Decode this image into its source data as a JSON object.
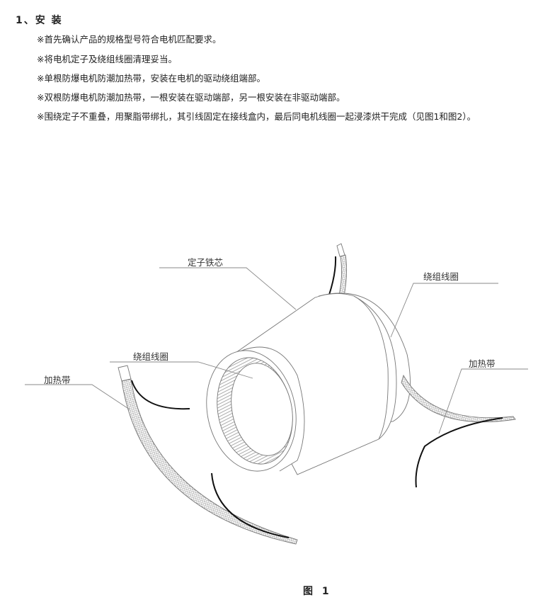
{
  "section": {
    "heading": "1、安 装"
  },
  "items": [
    "※首先确认产品的规格型号符合电机匹配要求。",
    "※将电机定子及绕组线圈清理妥当。",
    "※单根防爆电机防潮加热带，安装在电机的驱动绕组端部。",
    "※双根防爆电机防潮加热带，一根安装在驱动端部，另一根安装在非驱动端部。",
    "※围绕定子不重叠，用聚脂带绑扎，其引线固定在接线盒内，最后同电机线圈一起浸漆烘干完成（见图1和图2）。"
  ],
  "figure": {
    "labels": {
      "stator_core": "定子铁芯",
      "winding_right": "绕组线圈",
      "winding_left": "绕组线圈",
      "heater_right": "加热带",
      "heater_left": "加热带"
    },
    "caption": "图 1"
  }
}
